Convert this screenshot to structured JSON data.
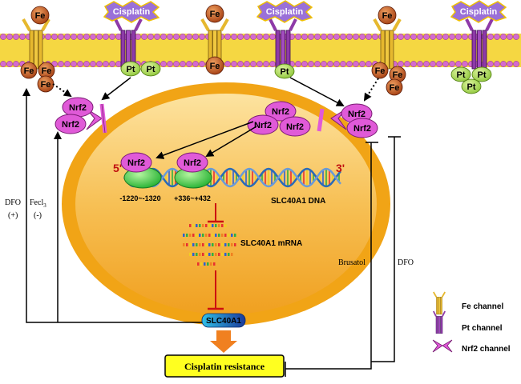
{
  "labels": {
    "fe": "Fe",
    "pt": "Pt",
    "cisplatin": "Cisplatin",
    "nrf2": "Nrf2",
    "five_prime": "5'",
    "three_prime": "3'",
    "site1": "-1220~-1320",
    "site2": "+336~+432",
    "dna": "SLC40A1 DNA",
    "mrna": "SLC40A1 mRNA",
    "protein": "SLC40A1",
    "resistance": "Cisplatin resistance",
    "dfo_left": "DFO",
    "dfo_left_sign": "(+)",
    "fecl3_name": "Fecl",
    "fecl3_sub": "3",
    "fecl3_sign": "(-)",
    "brusatol": "Brusatol",
    "dfo_right": "DFO"
  },
  "legend": [
    {
      "icon": "fe-channel-icon",
      "label": "Fe channel"
    },
    {
      "icon": "pt-channel-icon",
      "label": "Pt channel"
    },
    {
      "icon": "nrf2-channel-icon",
      "label": "Nrf2 channel"
    }
  ],
  "colors": {
    "membrane_lipid": "#f5d742",
    "membrane_head": "#d46ad0",
    "cell_nucleus": "#f5b022",
    "nrf2": "#e05ad8",
    "fe_channel": "#e6b82e",
    "pt_channel": "#8e3aa8",
    "pt_ion": "#a8d94a",
    "fe_ion": "#c0501e",
    "cisplatin_badge": "#9a70d8",
    "dna_binding": "#3fcf48",
    "protein_box": "#2aa8d8",
    "resistance_box": "#ffff20",
    "arrow_orange": "#f08020",
    "inhibit_red": "#cc1010"
  }
}
